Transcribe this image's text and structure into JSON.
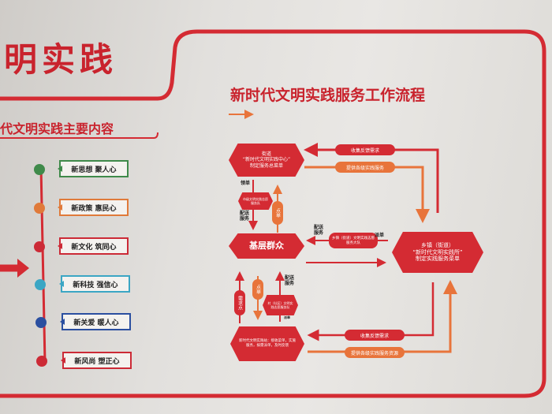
{
  "banner_title": "明实践",
  "left_panel": {
    "heading": "代文明实践主要内容",
    "items": [
      {
        "label": "新思想  聚人心",
        "color": "#3f8a4a"
      },
      {
        "label": "新政策  惠民心",
        "color": "#e07a3a"
      },
      {
        "label": "新文化  筑同心",
        "color": "#cc2a36"
      },
      {
        "label": "新科技  强信心",
        "color": "#3ba6c4"
      },
      {
        "label": "新关爱  暖人心",
        "color": "#2b4fa0"
      },
      {
        "label": "新风尚  塑正心",
        "color": "#cc2a36"
      }
    ]
  },
  "flow": {
    "title": "新时代文明实践服务工作流程",
    "center_top": [
      "街道",
      "“新时代文明实践中心”",
      "制定服务总菜单"
    ],
    "top_feedback": "收集反馈需求",
    "top_provide": "提供各级实践服务",
    "lead_order": "领单",
    "deliver_service": "配送服务",
    "upper_team": "市级文明实践志愿服务队",
    "order": "点单",
    "masses": "基层群众",
    "mid_deliver": "配送服务",
    "mid_team": "乡镇（街道）文明实践志愿服务大队",
    "dispatch": "派单",
    "town": [
      "乡镇（街道）",
      "“新时代文明实践所”",
      "制定实践服务菜单"
    ],
    "demand_point": "需求点",
    "lower_order": "点单",
    "village_team": "村（社区）文明实践志愿服务队",
    "lower_deliver": "配送服务",
    "lower_dispatch": "派单",
    "station": "新时代文明实践站：接收菜单，实施服务，按需派单，及时反馈",
    "bottom_feedback": "收集反馈需求",
    "bottom_provide": "提供各级实践服务资源"
  },
  "colors": {
    "red": "#d42b33",
    "orange": "#e8743b"
  }
}
